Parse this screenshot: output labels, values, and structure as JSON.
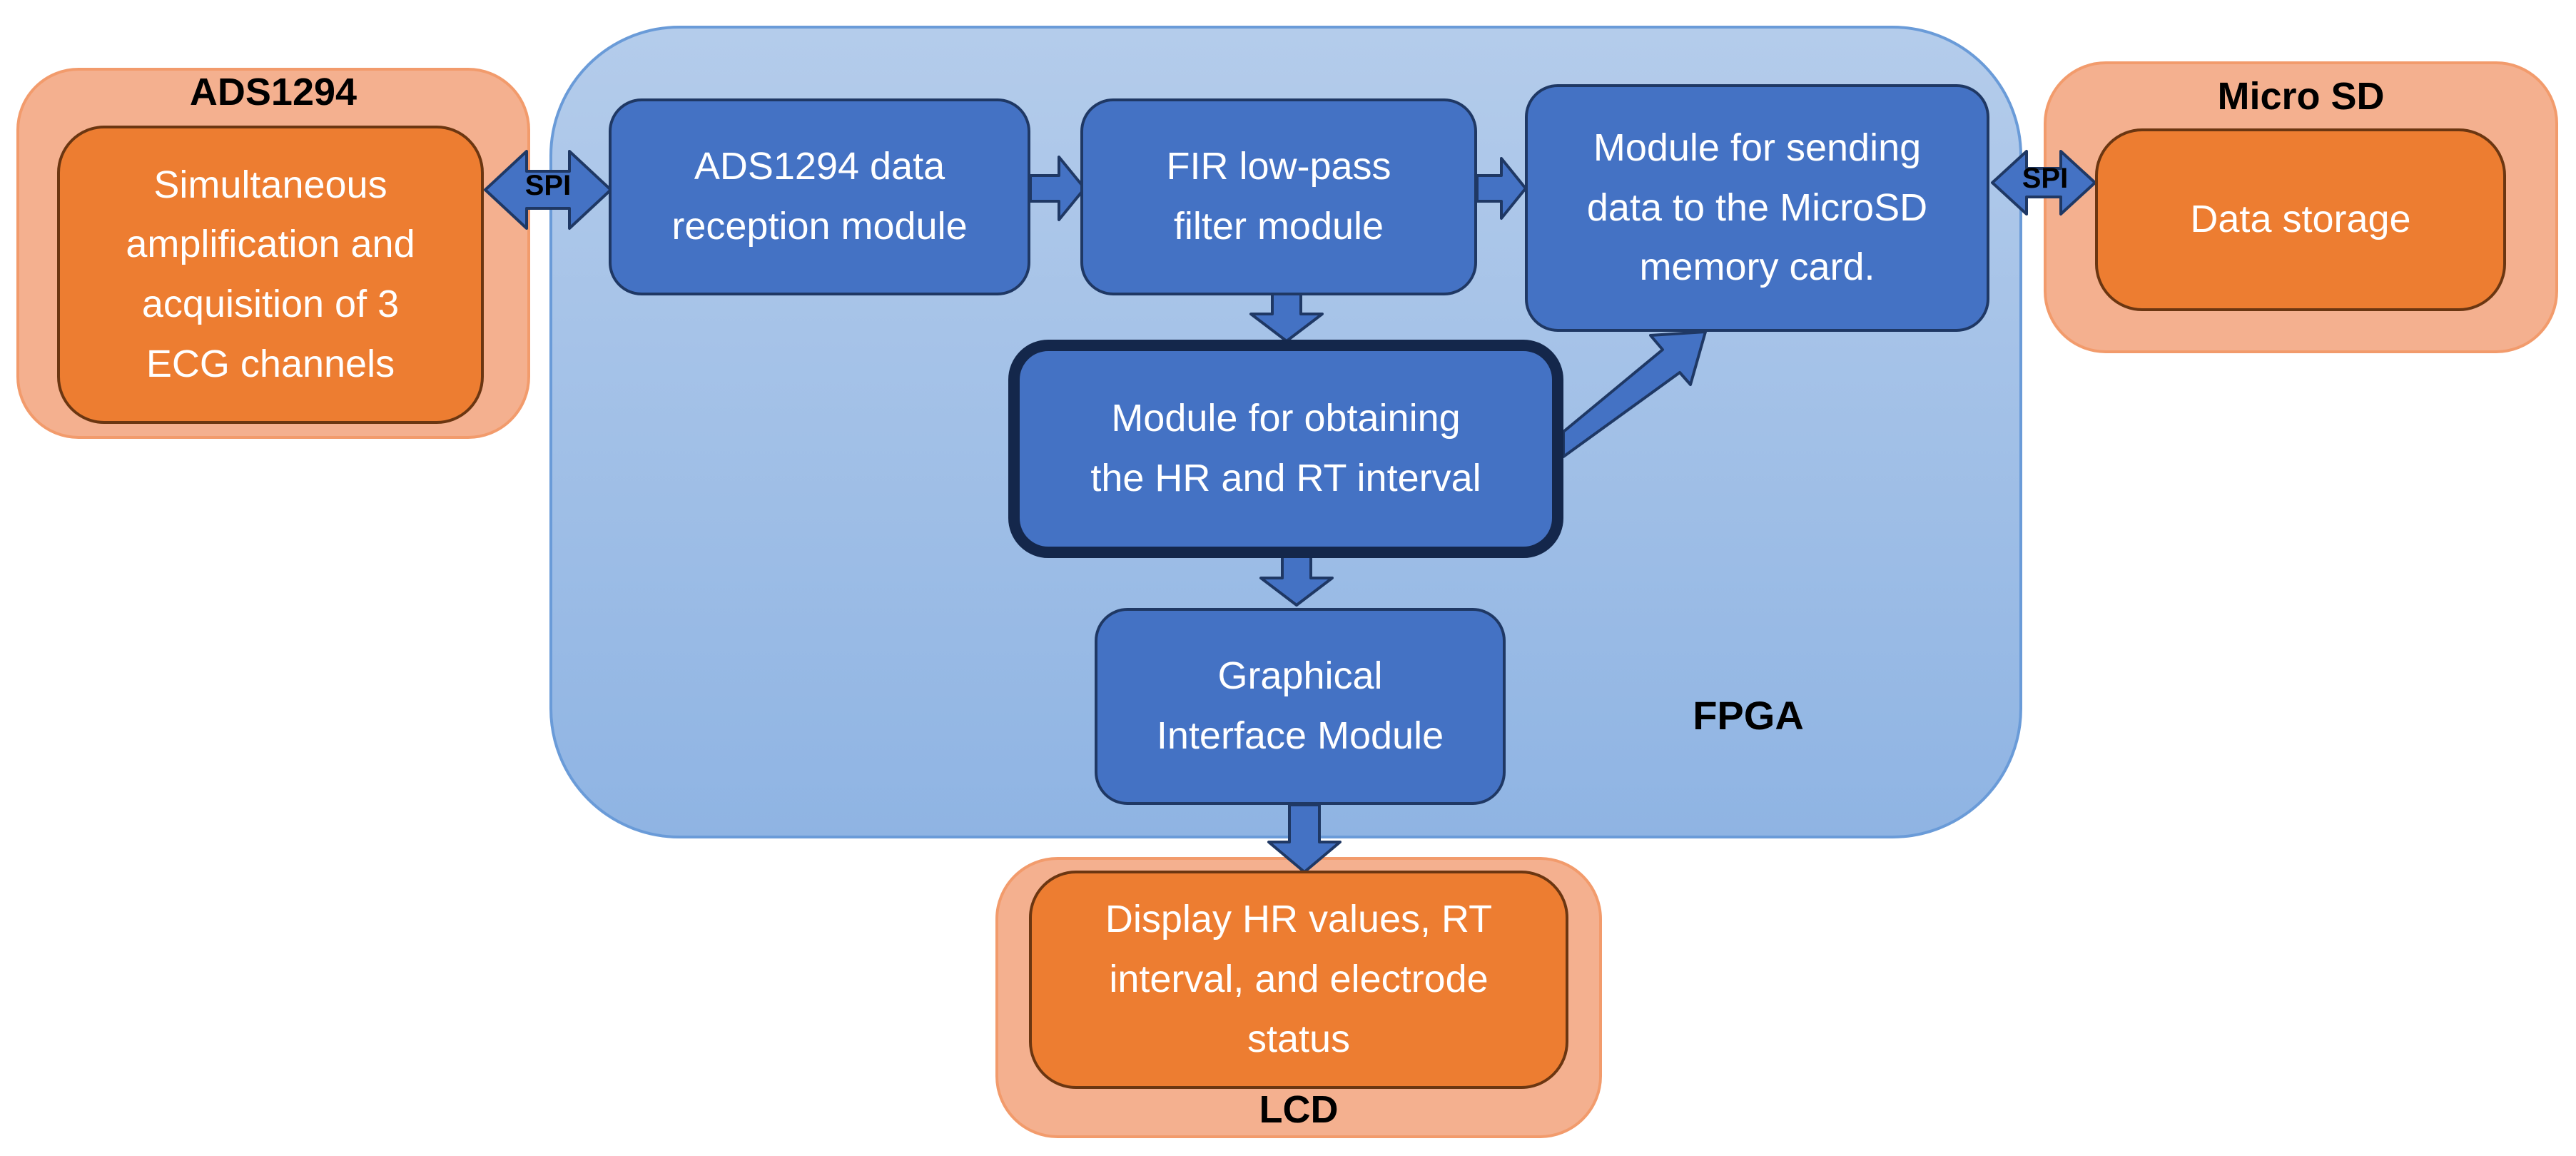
{
  "groups": {
    "ads": {
      "title": "ADS1294",
      "block": "Simultaneous\namplification and\nacquisition of 3\nECG channels"
    },
    "microsd": {
      "title": "Micro SD",
      "block": "Data storage"
    },
    "lcd": {
      "title": "LCD",
      "block": "Display HR values, RT\ninterval, and electrode\nstatus"
    },
    "fpga": {
      "title": "FPGA"
    }
  },
  "modules": {
    "reception": "ADS1294 data\nreception module",
    "fir": "FIR low-pass\nfilter module",
    "sending": "Module for sending\ndata to the MicroSD\nmemory card.",
    "hr_rt": "Module for obtaining\nthe HR and RT interval",
    "gui": "Graphical\nInterface Module"
  },
  "links": {
    "spi_left": "SPI",
    "spi_right": "SPI"
  },
  "colors": {
    "fpga_top": "#b4cceb",
    "fpga_bottom": "#8fb4e3",
    "fpga_border": "#6a9bd8",
    "module_fill": "#4472c4",
    "module_border": "#1f3864",
    "io_fill": "#ed7d31",
    "io_border": "#6b3611",
    "group_fill": "#f4b08f",
    "group_border": "#f29b6c",
    "arrow_fill": "#4472c4",
    "arrow_border": "#1f3864"
  }
}
